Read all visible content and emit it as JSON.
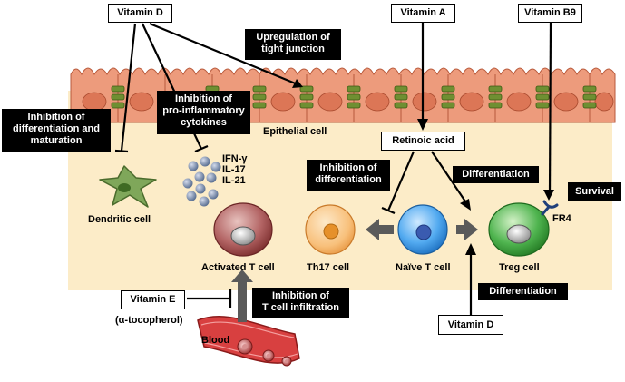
{
  "nutrients": {
    "vitamin_d_top": "Vitamin D",
    "vitamin_a": "Vitamin A",
    "vitamin_b9": "Vitamin B9",
    "vitamin_d_bottom": "Vitamin D",
    "vitamin_e": "Vitamin E",
    "vitamin_e_alias": "(α-tocopherol)",
    "retinoic_acid": "Retinoic acid"
  },
  "effects": {
    "tight_junction": [
      "Upregulation of",
      "tight junction"
    ],
    "inhibit_cytokines": [
      "Inhibition of",
      "pro-inflammatory",
      "cytokines"
    ],
    "inhibit_dc": [
      "Inhibition of",
      "differentiation and",
      "maturation"
    ],
    "inhibit_th17": [
      "Inhibition of",
      "differentiation"
    ],
    "differentiation_top": "Differentiation",
    "survival": "Survival",
    "differentiation_bottom": "Differentiation",
    "inhibit_infiltration": [
      "Inhibition of",
      "T cell infiltration"
    ]
  },
  "cells": {
    "epithelial": "Epithelial cell",
    "dendritic": "Dendritic cell",
    "activated_t": "Activated T cell",
    "th17": "Th17 cell",
    "naive_t": "Naïve T cell",
    "treg": "Treg cell",
    "fr4": "FR4",
    "blood": "Blood"
  },
  "cytokines": [
    "IFN-γ",
    "IL-17",
    "IL-21"
  ],
  "colors": {
    "lamina": "#fcecc8",
    "epithelium": "#ed9b7c",
    "epithelium_nucleus": "#dc7656",
    "junction": "#6f8f32",
    "dendritic": "#7fa75a",
    "activated_t": "#a04848",
    "th17": "#f7b96b",
    "naive_t": "#4aa3e6",
    "treg": "#4aae4a",
    "blood": "#d84040",
    "cytokine": "#7689a9"
  }
}
